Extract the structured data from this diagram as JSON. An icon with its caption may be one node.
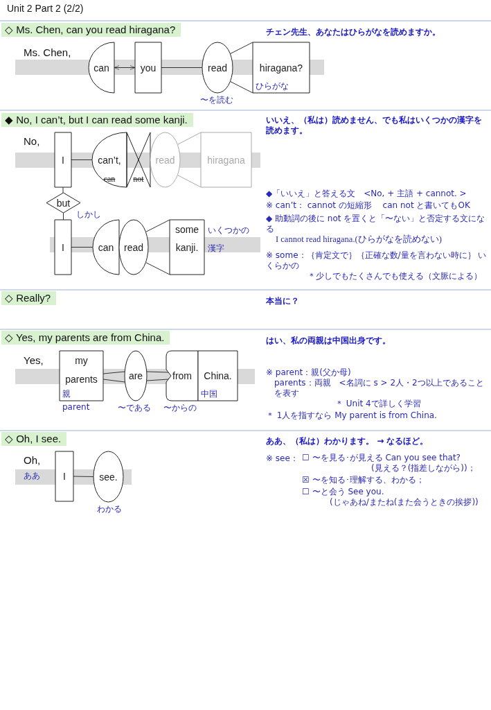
{
  "diagram": {
    "title": "Unit 2 Part 2 (2/2)",
    "nodes": [
      {
        "text": [
          "can"
        ]
      },
      {
        "text": [
          "you"
        ]
      },
      {
        "text": [
          "read"
        ],
        "beside": [
          "〜を読む"
        ]
      },
      {
        "text": [
          "hiragana?",
          "ひらがな"
        ]
      },
      {
        "text": [
          "I"
        ]
      },
      {
        "text": [
          "can’t,",
          "can"
        ]
      },
      {
        "text": [
          "not"
        ]
      },
      {
        "text": [
          "read"
        ]
      },
      {
        "text": [
          "hiragana"
        ]
      },
      {
        "text": [
          "but"
        ],
        "beside": [
          "しかし"
        ]
      },
      {
        "text": [
          "I"
        ]
      },
      {
        "text": [
          "can"
        ]
      },
      {
        "text": [
          "read"
        ]
      },
      {
        "text": [
          "some",
          "kanji."
        ],
        "beside": [
          "いくつかの",
          "漢字"
        ]
      },
      {
        "text": [
          "my",
          "parents",
          "親"
        ],
        "beside": [
          "parent"
        ]
      },
      {
        "text": [
          "are"
        ],
        "beside": [
          "〜である"
        ]
      },
      {
        "text": [
          "from"
        ],
        "beside": [
          "〜からの"
        ]
      },
      {
        "text": [
          "China.",
          "中国"
        ]
      },
      {
        "text": [
          "I"
        ]
      },
      {
        "text": [
          "see."
        ],
        "beside": [
          "わかる"
        ]
      }
    ],
    "edges": [
      {
        "from": 0,
        "to": 1,
        "arrow": "both"
      },
      {
        "from": 1,
        "to": 2,
        "arrow": "none"
      },
      {
        "from": 2,
        "to": 3,
        "arrow": "none"
      },
      {
        "from": 4,
        "to": 5,
        "arrow": "none"
      },
      {
        "from": 7,
        "to": 8,
        "arrow": "none",
        "color": "#aaaaaa"
      },
      {
        "from": 4,
        "to": 9,
        "arrow": "none"
      },
      {
        "from": 9,
        "to": 10,
        "arrow": "none"
      },
      {
        "from": 10,
        "to": 11,
        "arrow": "none"
      },
      {
        "from": 12,
        "to": 13,
        "arrow": "none"
      },
      {
        "from": 14,
        "to": 15,
        "arrow": "none"
      },
      {
        "from": 15,
        "to": 16,
        "arrow": "none"
      },
      {
        "from": 18,
        "to": 19,
        "arrow": "none"
      }
    ],
    "labels": [
      "◇ Ms. Chen, can you read hiragana?",
      "チェン先生、あなたはひらがなを読めますか。",
      "Ms. Chen,",
      "◆ No, I can’t, but I can read some kanji.",
      "いいえ、（私は）読めません、でも私はいくつかの漢字を読めます。",
      "No,",
      "◆「いいえ」と答える文　<No, + 主語 + cannot. >",
      "※ can’t： cannot の短縮形　 can not と書いてもOK",
      "◆ 助動詞の後に not を置くと「〜ない」と否定する文になる",
      "I cannot read hiragana.(ひらがなを読めない)",
      "※ some：｛肯定文で｝｛正確な数/量を言わない時に｝ いくらかの",
      "＊少しでもたくさんでも使える（文脈による）",
      "◇ Really?",
      "本当に？",
      "◇ Yes, my parents are from China.",
      "はい、私の両親は中国出身です。",
      "Yes,",
      "※ parent：親(父か母)",
      "parents：両親　<名詞に s > 2人・2つ以上であることを表す",
      "＊ Unit 4で詳しく学習",
      "＊ 1人を指すなら My parent is from China.",
      "◇ Oh, I see.",
      "ああ、（私は）わかります。 → なるほど。",
      "Oh,",
      "ああ",
      "※ see：",
      "☐ 〜を見る･が見える Can you see that?",
      "(見える？(指差しながら))；",
      "☒ 〜を知る･理解する、わかる；",
      "☐ 〜と会う See you.",
      "(じゃあね/またね(また会うときの挨拶))"
    ]
  }
}
